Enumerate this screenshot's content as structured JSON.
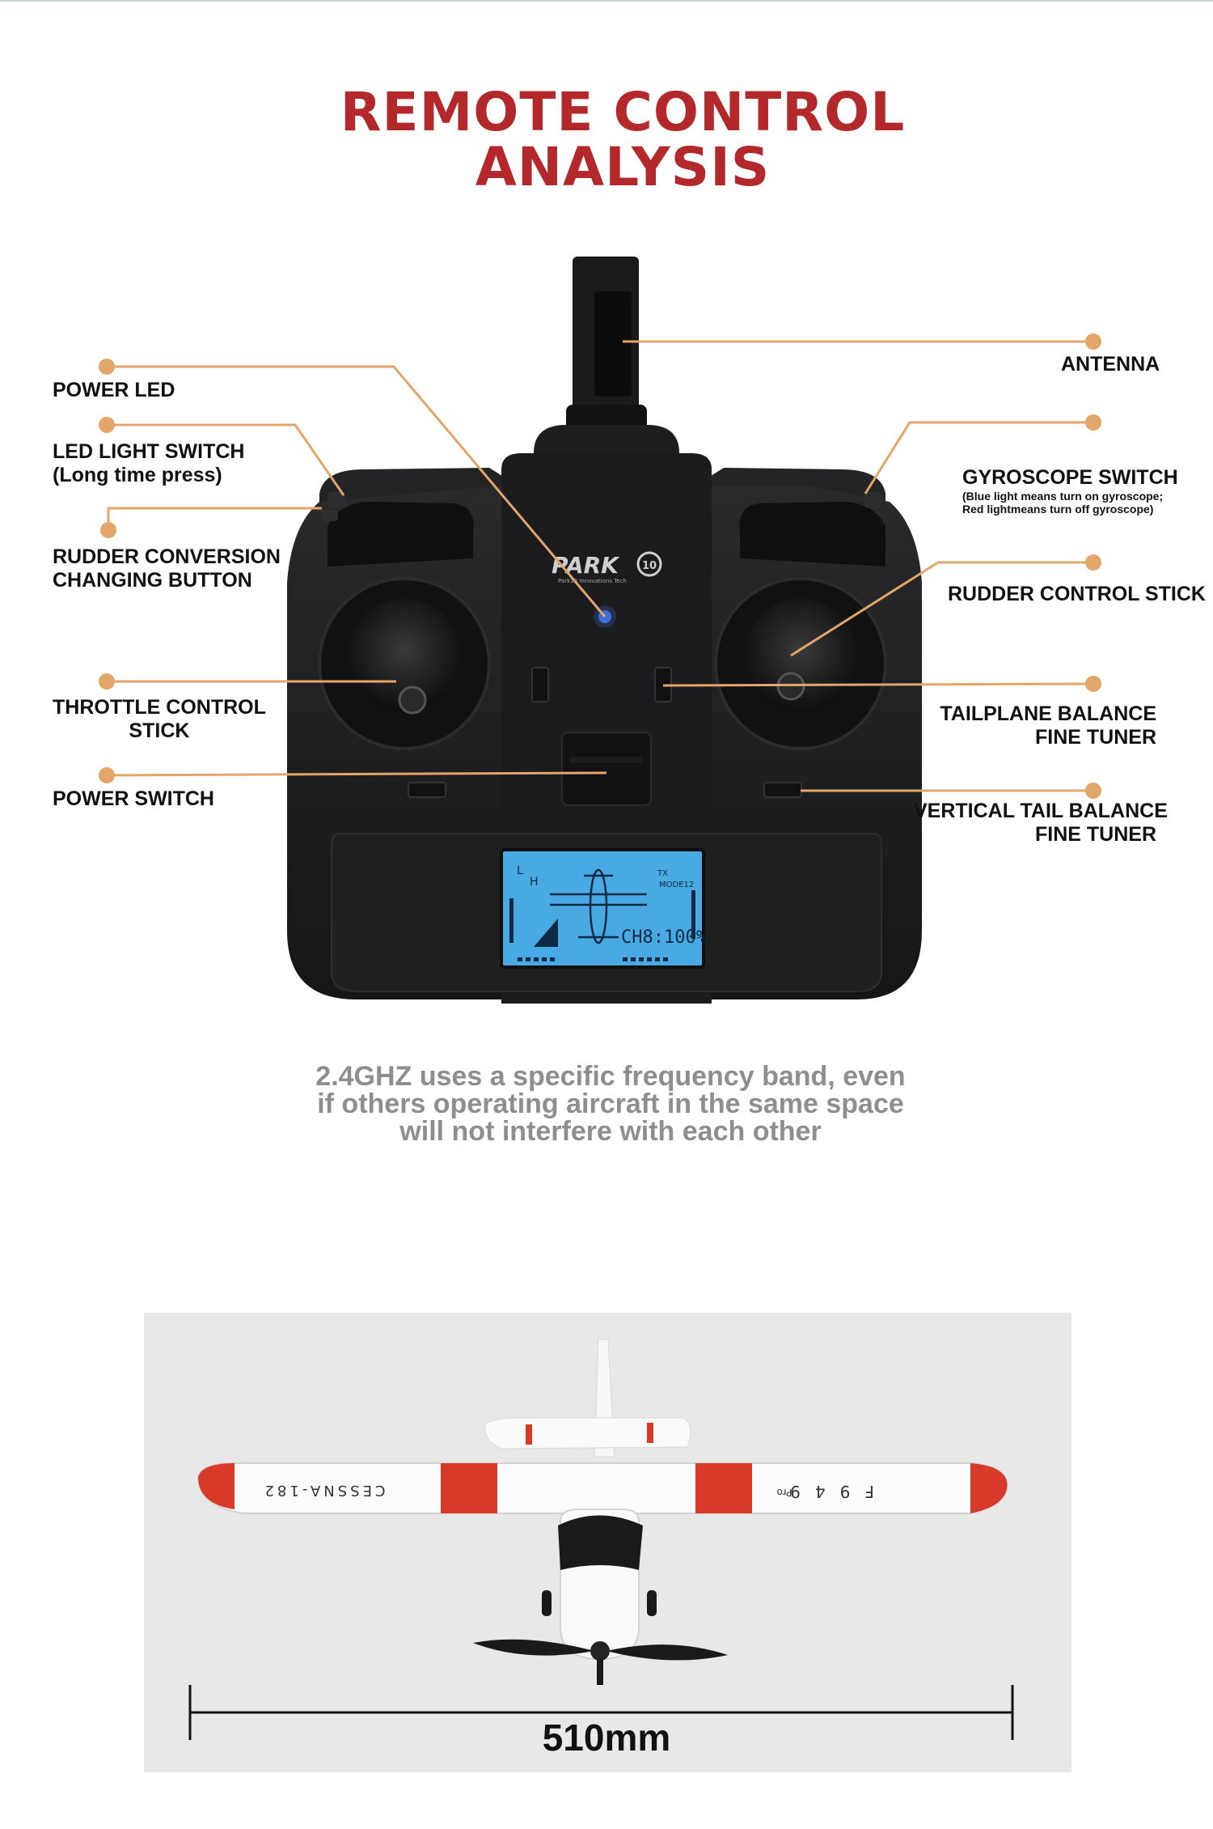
{
  "title": {
    "line1": "REMOTE CONTROL",
    "line2": "ANALYSIS"
  },
  "transmitter": {
    "brand": "PARK",
    "brand_badge": "10",
    "brand_sub": "Park10 Innovations Tech",
    "lcd": {
      "channel_readout": "CH8:100%",
      "mode": "MODE12",
      "tx": "TX",
      "indicators": [
        "L",
        "H"
      ]
    }
  },
  "labels": {
    "power_led": "POWER LED",
    "led_switch_1": "LED LIGHT SWITCH",
    "led_switch_2": "(Long time press)",
    "rudder_conv_1": "RUDDER CONVERSION",
    "rudder_conv_2": "CHANGING BUTTON",
    "throttle_1": "THROTTLE CONTROL",
    "throttle_2": "STICK",
    "power_switch": "POWER SWITCH",
    "antenna": "ANTENNA",
    "gyro": "GYROSCOPE SWITCH",
    "gyro_note_1": "(Blue light means turn on gyroscope;",
    "gyro_note_2": "Red lightmeans turn off gyroscope)",
    "rudder_stick": "RUDDER CONTROL STICK",
    "tailplane_1": "TAILPLANE BALANCE",
    "tailplane_2": "FINE TUNER",
    "vtail_1": "VERTICAL TAIL BALANCE",
    "vtail_2": "FINE TUNER"
  },
  "tagline": {
    "line1": "2.4GHZ uses a specific frequency band, even",
    "line2": "if others operating aircraft in the same space",
    "line3": "will not interfere with each other"
  },
  "airplane": {
    "left_wing_text": "CESSNA-182",
    "right_wing_text": "F949",
    "right_wing_suffix": "Pro",
    "wingspan": "510mm"
  },
  "colors": {
    "title": "#b3282a",
    "callout": "#e2a66b",
    "lcd": "#49a9e3",
    "body": "#1b1b1d",
    "stripe": "#d83a2a"
  }
}
